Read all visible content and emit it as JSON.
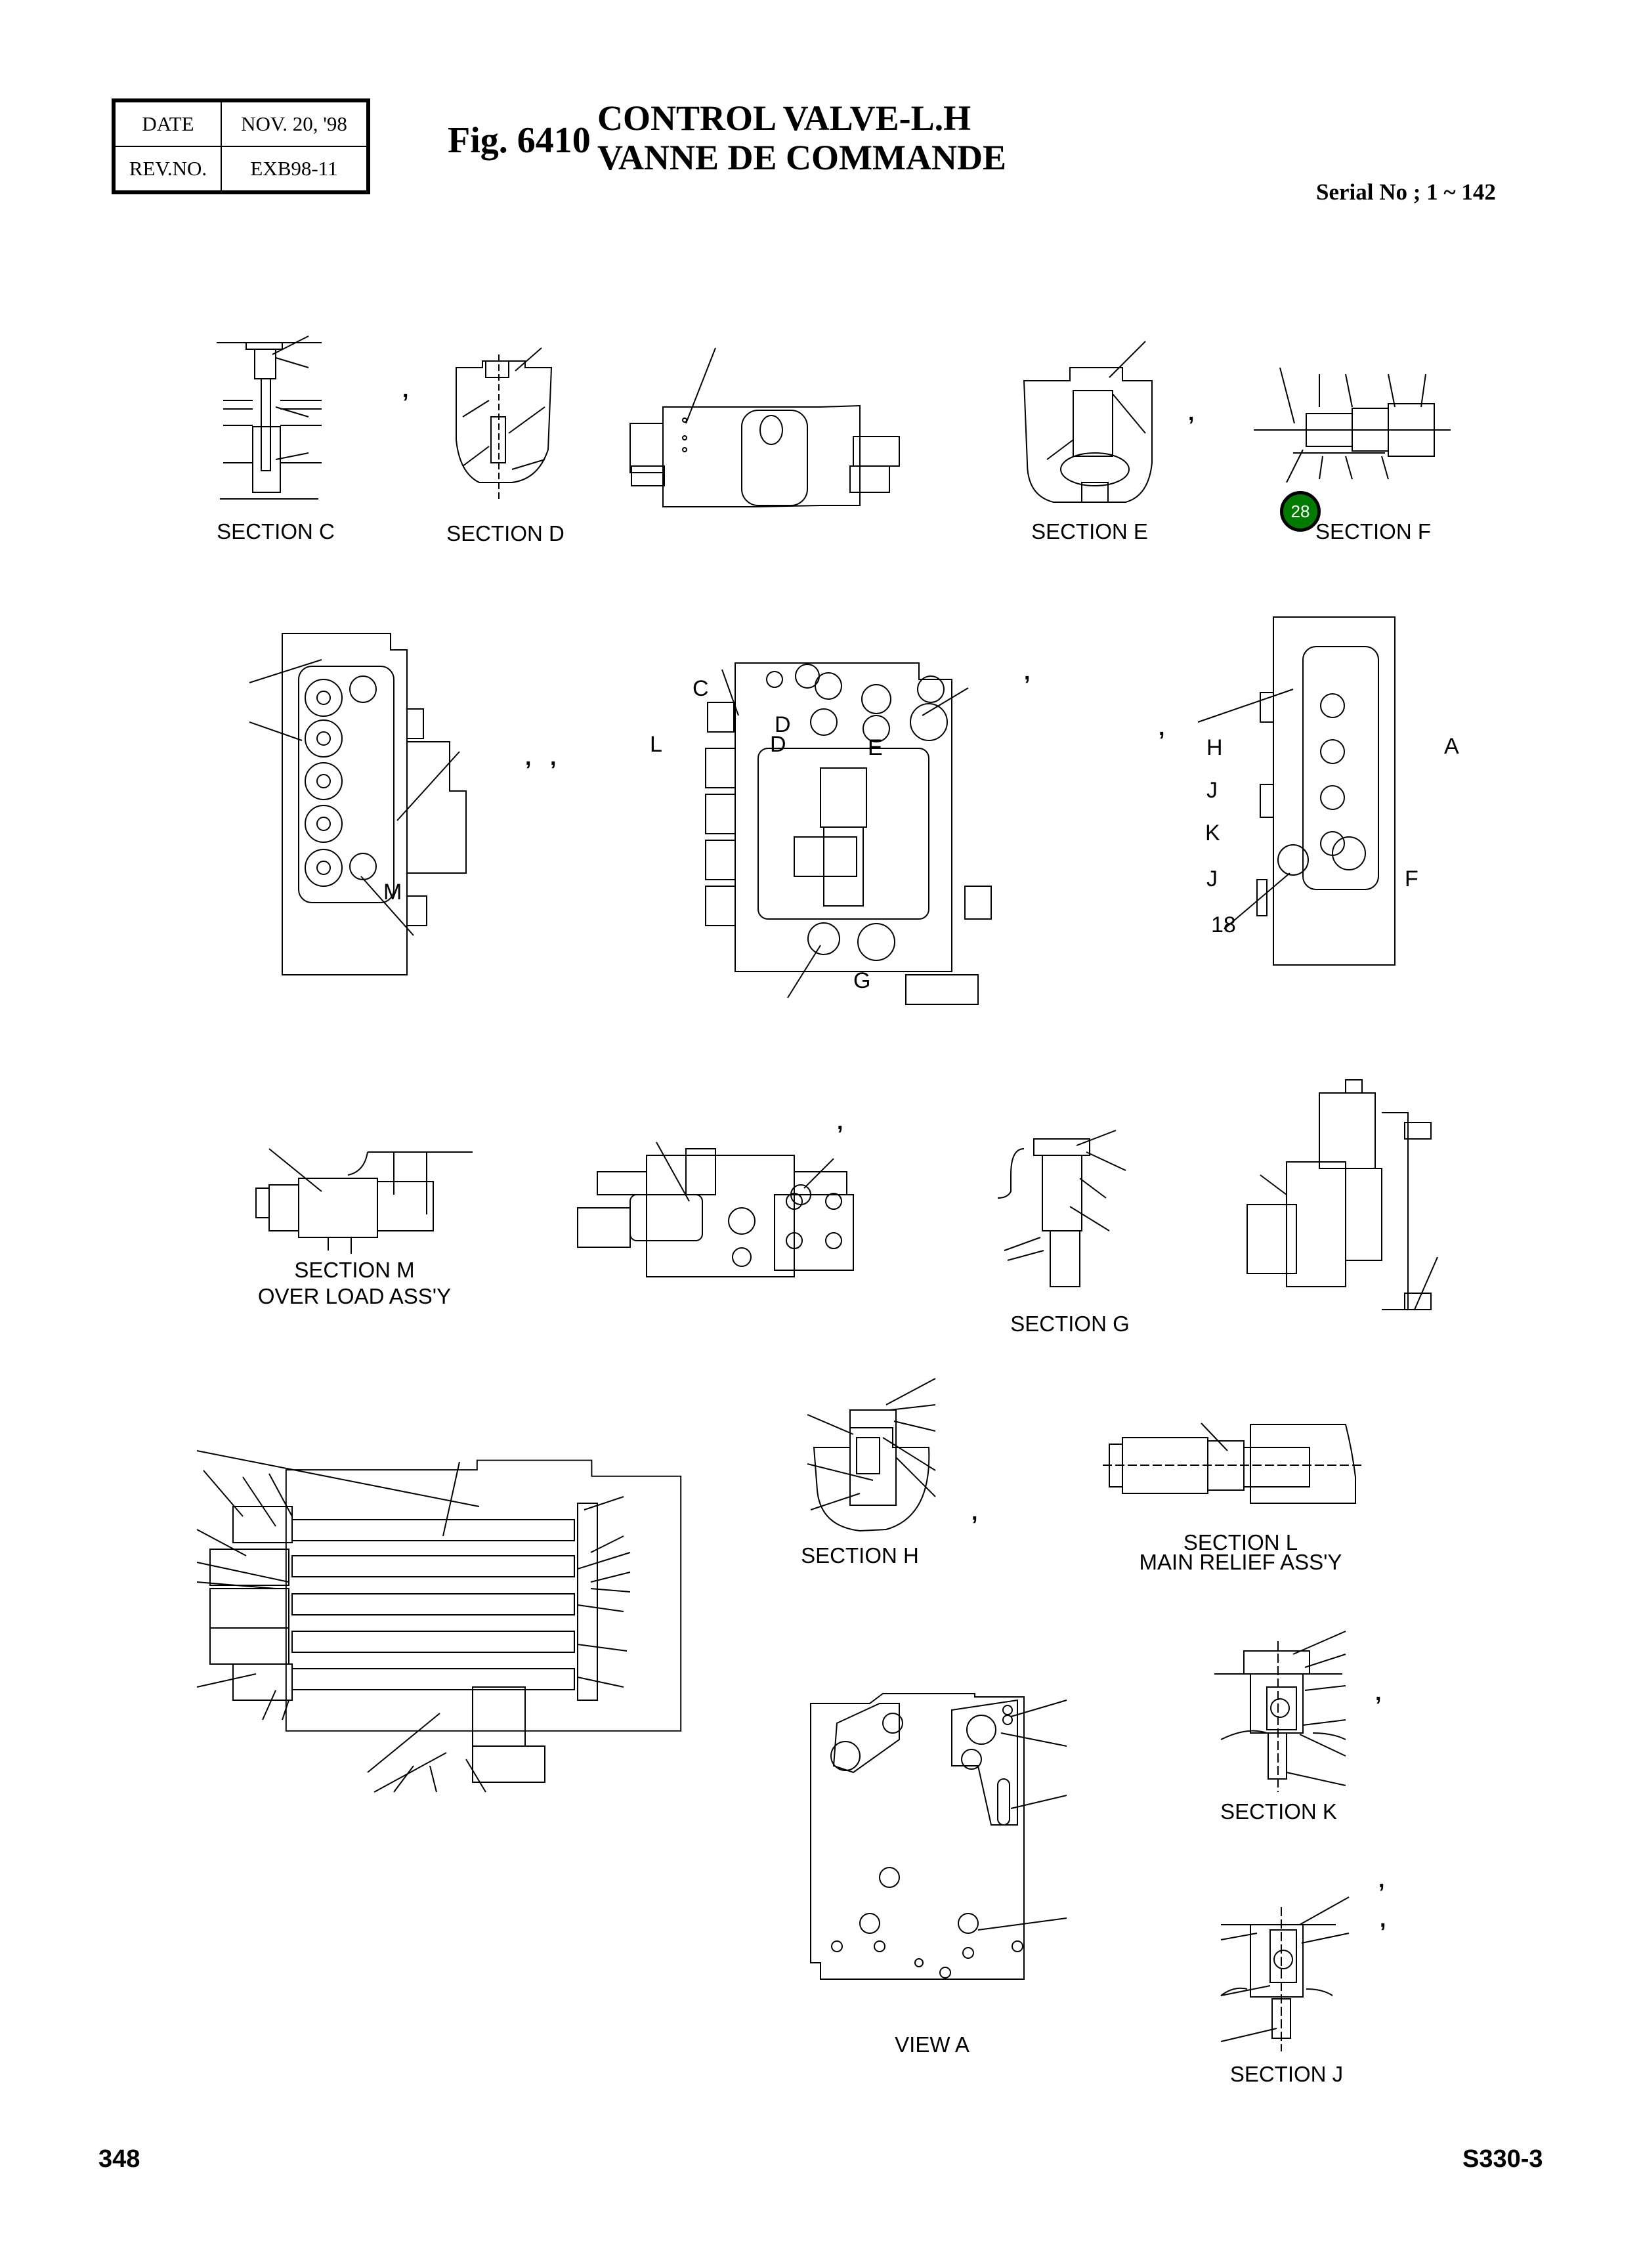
{
  "header": {
    "revision_table": {
      "date_label": "DATE",
      "date_value": "NOV.  20, '98",
      "rev_label": "REV.NO.",
      "rev_value": "EXB98-11"
    },
    "figure_number": "Fig. 6410",
    "title_en": "CONTROL VALVE-L.H",
    "title_fr": "VANNE DE COMMANDE",
    "serial": "Serial No ; 1 ~ 142"
  },
  "sections": {
    "c": "SECTION C",
    "d": "SECTION D",
    "e": "SECTION E",
    "f": "SECTION F",
    "m": "SECTION M",
    "m_sub": "OVER LOAD ASS'Y",
    "g": "SECTION G",
    "h": "SECTION H",
    "l": "SECTION L",
    "l_sub": "MAIN RELIEF ASS'Y",
    "k": "SECTION K",
    "j": "SECTION J",
    "view_a": "VIEW A"
  },
  "callouts": {
    "highlight_badge": {
      "number": "28",
      "color": "#007b00"
    },
    "part_18": "18"
  },
  "section_markers": {
    "front_view": [
      "C",
      "L",
      "D",
      "D",
      "E",
      "G"
    ],
    "left_view": [
      "M"
    ],
    "right_view": [
      "H",
      "J",
      "K",
      "J",
      "F",
      "A"
    ]
  },
  "footer": {
    "page_number": "348",
    "model": "S330-3"
  }
}
